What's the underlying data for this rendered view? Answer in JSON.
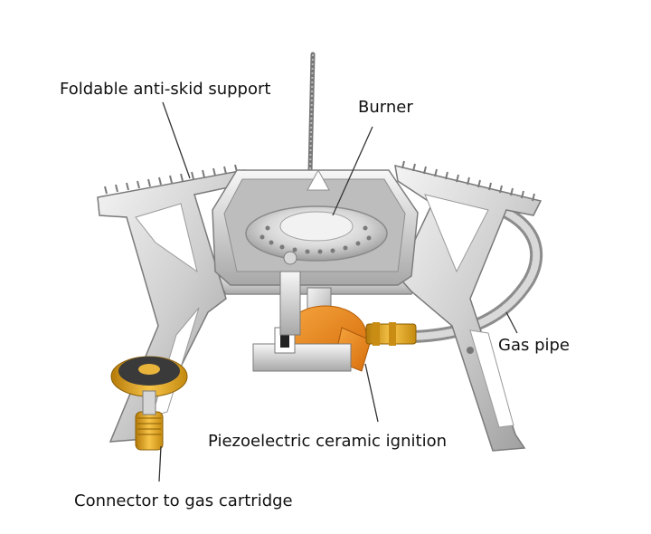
{
  "labels": {
    "support": "Foldable anti-skid support",
    "burner": "Burner",
    "gas_pipe": "Gas pipe",
    "ignition": "Piezoelectric ceramic ignition",
    "connector": "Connector to gas cartridge"
  },
  "colors": {
    "steel_light": "#e9e9e9",
    "steel_mid": "#c9c9c9",
    "steel_dark": "#8f8f8f",
    "brass": "#e0a21a",
    "orange": "#f08c1c",
    "leader_line": "#333333"
  }
}
